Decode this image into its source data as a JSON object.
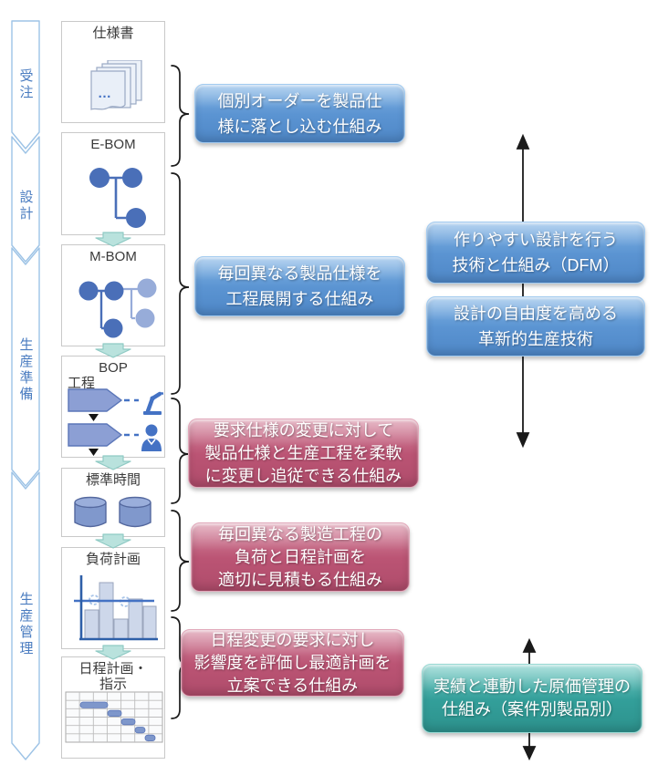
{
  "stages": [
    {
      "label": "受注"
    },
    {
      "label": "設計"
    },
    {
      "label": "生産準備"
    },
    {
      "label": "生産管理"
    }
  ],
  "boxes": [
    {
      "title": "仕様書",
      "icon": "documents-stack-icon",
      "ellipsis": "…"
    },
    {
      "title": "E-BOM",
      "icon": "ebom-tree-icon"
    },
    {
      "title": "M-BOM",
      "icon": "mbom-tree-icon"
    },
    {
      "title": "BOP",
      "subtitle": "工程",
      "icon": "process-robot-person-icon"
    },
    {
      "title": "標準時間",
      "icon": "database-cylinders-icon"
    },
    {
      "title": "負荷計画",
      "icon": "load-bar-chart-icon"
    },
    {
      "title": "日程計画・\n指示",
      "icon": "gantt-chart-icon"
    }
  ],
  "callouts": {
    "left": [
      {
        "text": "個別オーダーを製品仕\n様に落とし込む仕組み",
        "color": "#5B94D2"
      },
      {
        "text": "毎回異なる製品仕様を\n工程展開する仕組み",
        "color": "#5B94D2"
      },
      {
        "text": "要求仕様の変更に対して\n製品仕様と生産工程を柔軟\nに変更し追従できる仕組み",
        "color": "#BB5474"
      },
      {
        "text": "毎回異なる製造工程の\n負荷と日程計画を\n適切に見積もる仕組み",
        "color": "#BB5474"
      },
      {
        "text": "日程変更の要求に対し\n影響度を評価し最適計画を\n立案できる仕組み",
        "color": "#BB5474"
      }
    ],
    "right": [
      {
        "text": "作りやすい設計を行う\n技術と仕組み（DFM）",
        "color": "#5B94D2"
      },
      {
        "text": "設計の自由度を高める\n革新的生産技術",
        "color": "#5B94D2"
      },
      {
        "text": "実績と連動した原価管理の\n仕組み（案件別製品別）",
        "color": "#339F9A"
      }
    ]
  },
  "colors": {
    "callout_blue": "#5B94D2",
    "callout_red": "#BB5474",
    "callout_teal": "#339F9A",
    "stage_outline": "#9DC3E6",
    "stage_text": "#4A7CC0",
    "green_arrow": "#B9E2DD",
    "node_dark": "#4A6FB8",
    "node_light": "#97ACD9",
    "brace_black": "#1A1A1A"
  }
}
